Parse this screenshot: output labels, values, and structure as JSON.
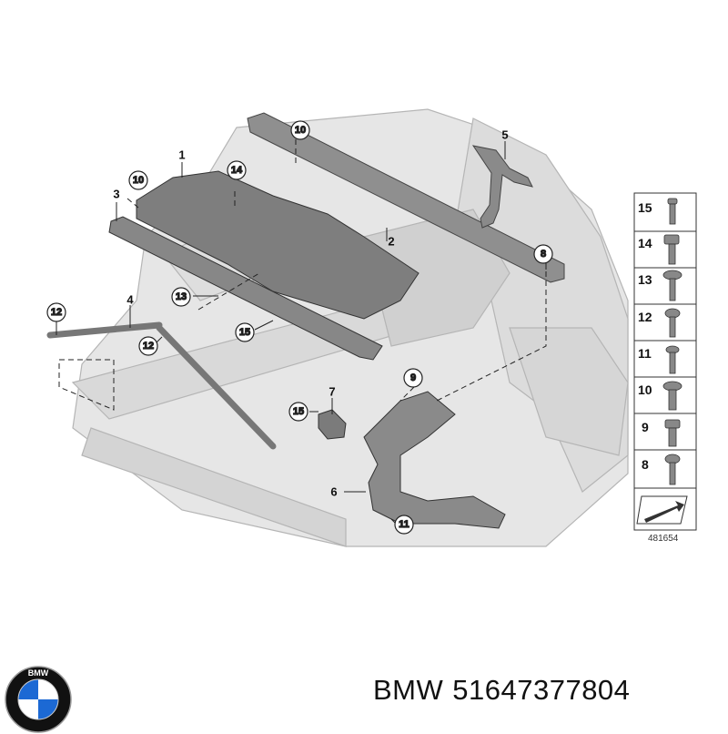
{
  "diagram": {
    "callouts_plain": [
      {
        "id": "1",
        "label": "1"
      },
      {
        "id": "2",
        "label": "2"
      },
      {
        "id": "3",
        "label": "3"
      },
      {
        "id": "4",
        "label": "4"
      },
      {
        "id": "5",
        "label": "5"
      },
      {
        "id": "6",
        "label": "6"
      },
      {
        "id": "7",
        "label": "7"
      }
    ],
    "callouts_circled": [
      {
        "id": "10a",
        "label": "10"
      },
      {
        "id": "14a",
        "label": "14"
      },
      {
        "id": "10b",
        "label": "10"
      },
      {
        "id": "8",
        "label": "8"
      },
      {
        "id": "13",
        "label": "13"
      },
      {
        "id": "12a",
        "label": "12"
      },
      {
        "id": "12b",
        "label": "12"
      },
      {
        "id": "15a",
        "label": "15"
      },
      {
        "id": "9",
        "label": "9"
      },
      {
        "id": "15b",
        "label": "15"
      },
      {
        "id": "11",
        "label": "11"
      }
    ],
    "fastener_legend": [
      "15",
      "14",
      "13",
      "12",
      "11",
      "10",
      "9",
      "8"
    ],
    "drawing_number": "481654"
  },
  "footer": {
    "brand": "BMW",
    "part_number": "51647377804",
    "logo_letters": "BMW",
    "colors": {
      "logo_blue": "#1c69d4",
      "logo_black": "#111111"
    }
  }
}
